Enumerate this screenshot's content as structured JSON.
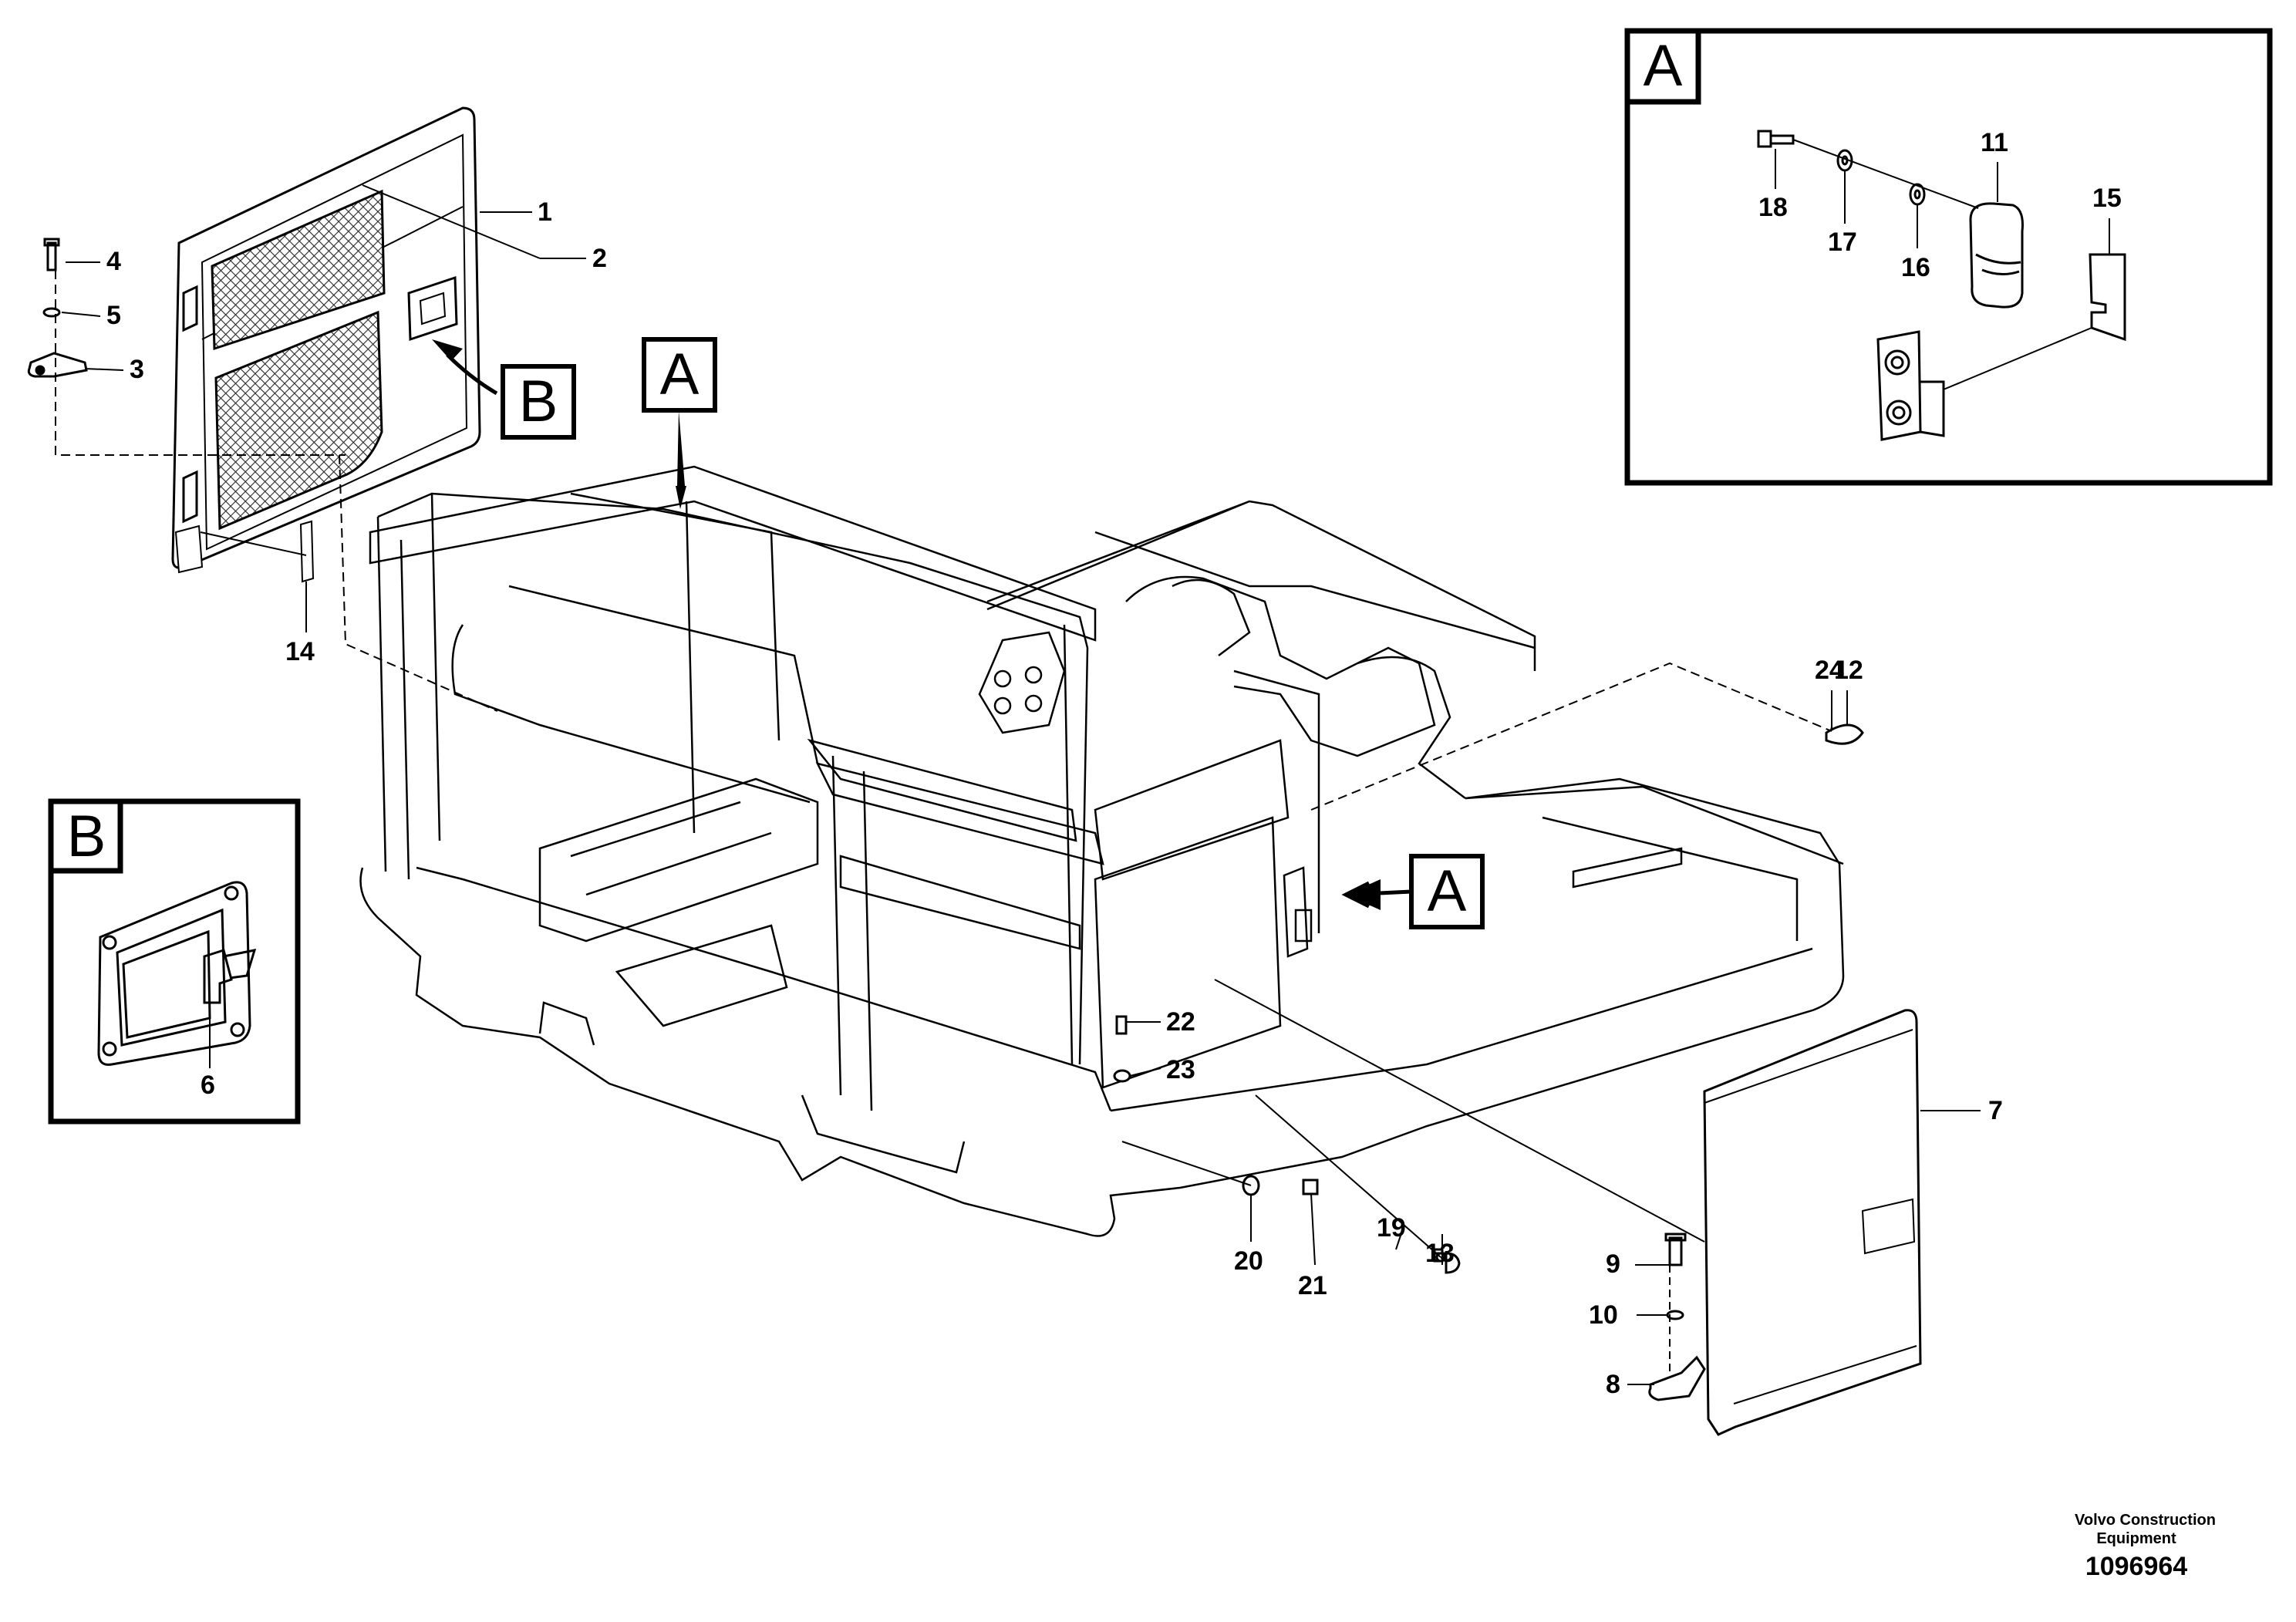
{
  "diagram": {
    "view_labels": {
      "a": "A",
      "b": "B"
    },
    "part_numbers": [
      "1",
      "2",
      "3",
      "4",
      "5",
      "6",
      "7",
      "8",
      "9",
      "10",
      "11",
      "12",
      "13",
      "14",
      "15",
      "16",
      "17",
      "18",
      "19",
      "20",
      "21",
      "22",
      "23",
      "24"
    ]
  },
  "footer": {
    "company_line1": "Volvo Construction",
    "company_line2": "Equipment",
    "drawing_number": "1096964"
  },
  "colors": {
    "line": "#000000",
    "background": "#ffffff",
    "mesh": "#3a3a3a"
  }
}
